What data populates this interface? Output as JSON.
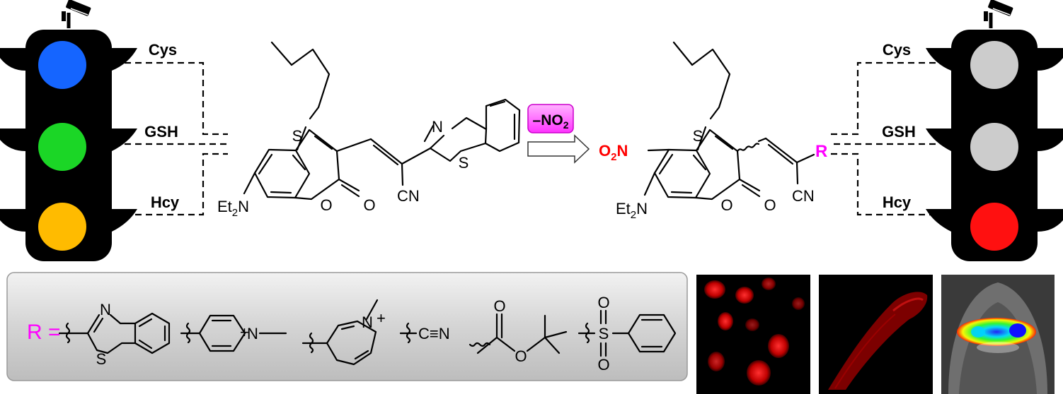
{
  "analytes": [
    "Cys",
    "GSH",
    "Hcy"
  ],
  "lights_left": {
    "colors": [
      "#1565ff",
      "#1bd626",
      "#ffbb00"
    ]
  },
  "lights_right": {
    "colors": [
      "#cccccc",
      "#cccccc",
      "#ff1010"
    ]
  },
  "probe_left": {
    "amine": "Et",
    "amine_sub": "2",
    "amine_n": "N",
    "sulfur": "S",
    "ring_oxygen": "O",
    "carbonyl_oxygen": "O",
    "nitrile": "CN",
    "thiazole_n": "N",
    "thiazole_s": "S"
  },
  "modification": {
    "dash": "–",
    "label": "NO",
    "sub": "2"
  },
  "probe_right": {
    "nitro": "O",
    "nitro_sub": "2",
    "nitro_n": "N",
    "amine": "Et",
    "amine_sub": "2",
    "amine_n": "N",
    "sulfur": "S",
    "ring_oxygen": "O",
    "carbonyl_oxygen": "O",
    "nitrile": "CN",
    "r_group": "R"
  },
  "r_groups": {
    "label": "R =",
    "atoms": {
      "bt_n": "N",
      "bt_s": "S",
      "py_plus": "+",
      "py_n": "N",
      "py2_n": "N",
      "py2_plus": "+",
      "cyano": "C≡N",
      "ester_o1": "O",
      "ester_o2": "O",
      "sulfonyl_s": "S",
      "sulfonyl_o1": "O",
      "sulfonyl_o2": "O"
    }
  },
  "imaging": {
    "panels": [
      "cells",
      "zebrafish",
      "mouse"
    ]
  },
  "colors": {
    "magenta": "#ff00ff",
    "nitro_red": "#ff0000",
    "panel_gray": "#d8d8d8"
  }
}
